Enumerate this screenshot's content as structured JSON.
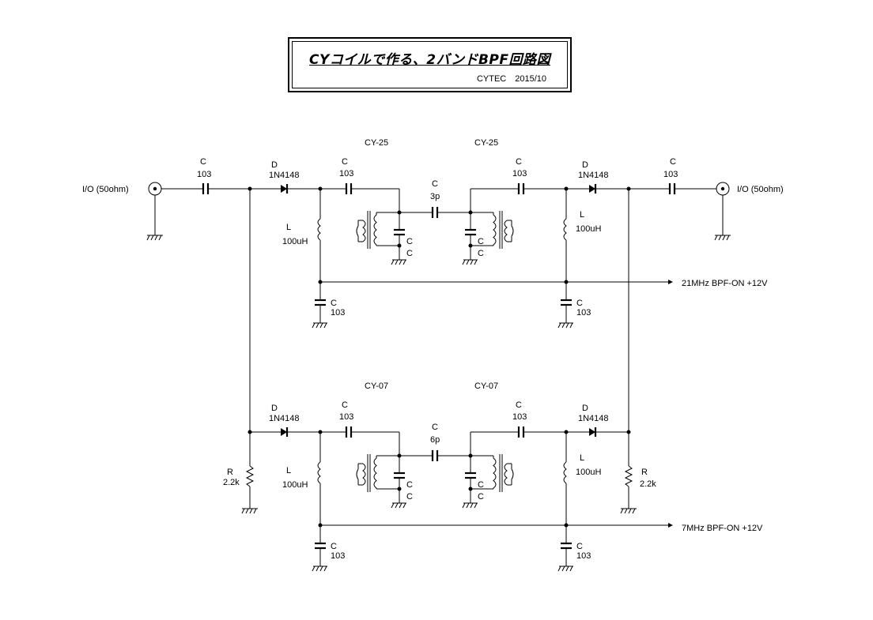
{
  "title": {
    "main": "CYコイルで作る、2バンドBPF回路図",
    "sub": "CYTEC　2015/10"
  },
  "schematic": {
    "io_left": "I/O (50ohm)",
    "io_right": "I/O (50ohm)",
    "c_label": "C",
    "v103": "103",
    "d_label": "D",
    "diode": "1N4148",
    "l_label": "L",
    "l_value": "100uH",
    "r_label": "R",
    "r_value": "2.2k",
    "band21": {
      "coil": "CY-25",
      "coupling_cap": "3p",
      "control": "21MHz BPF-ON +12V"
    },
    "band7": {
      "coil": "CY-07",
      "coupling_cap": "6p",
      "control": "7MHz BPF-ON +12V"
    }
  }
}
